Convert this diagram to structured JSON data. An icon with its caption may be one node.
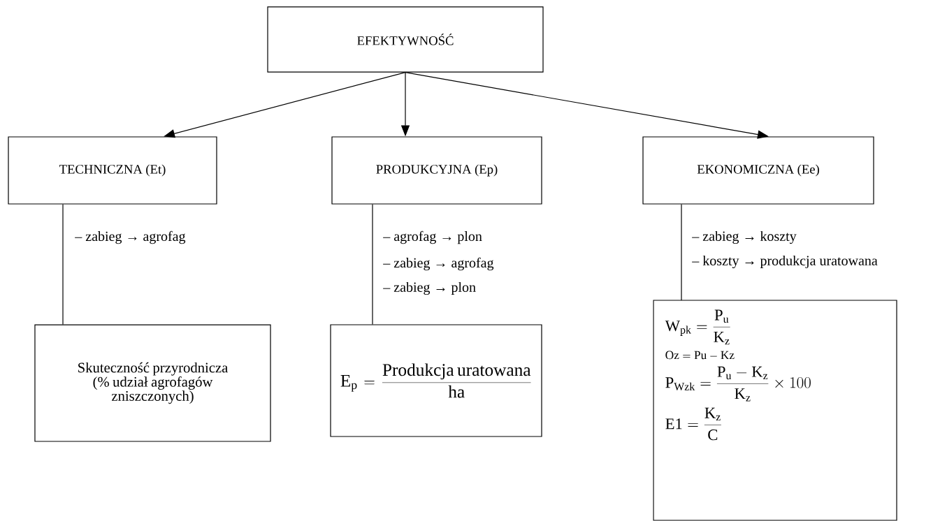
{
  "diagram": {
    "nodes": [
      {
        "text": [
          "EFEKTYWNOŚĆ"
        ]
      },
      {
        "text": [
          "TECHNICZNA (Et)"
        ]
      },
      {
        "text": [
          "PRODUKCYJNA (Ep)"
        ]
      },
      {
        "text": [
          "EKONOMICZNA (Ee)"
        ]
      },
      {
        "text": [
          "Skuteczność przyrodnicza (% udział agrofagów zniszczonych)"
        ]
      },
      {
        "text": [
          "\\mathrm{E}_{\\mathrm{p}} = \\frac{\\mathrm{Produkcja\\ uratowana}}{\\mathrm{ha}}"
        ]
      },
      {
        "text": [
          "\\mathrm{W}_{\\mathrm{pk}} = \\frac{\\mathrm{P}_{\\mathrm{u}}}{\\mathrm{K}_{\\mathrm{z}}}",
          "\\mathrm{Oz} = \\mathrm{Pu} - \\mathrm{Kz}",
          "\\mathrm{P}_{\\mathrm{Wzk}} = \\frac{\\mathrm{P}_{\\mathrm{u}} - \\mathrm{K}_{\\mathrm{z}}}{\\mathrm{K}_{\\mathrm{z}}} \\times 100",
          "\\mathrm{E1} = \\frac{\\mathrm{K}_{\\mathrm{z}}}{\\mathrm{C}}"
        ]
      }
    ],
    "edges": [
      {
        "from": 0,
        "to": 1,
        "arrow": "to"
      },
      {
        "from": 0,
        "to": 2,
        "arrow": "to"
      },
      {
        "from": 0,
        "to": 3,
        "arrow": "to"
      },
      {
        "from": 1,
        "to": 4,
        "arrow": "none"
      },
      {
        "from": 2,
        "to": 5,
        "arrow": "none"
      },
      {
        "from": 3,
        "to": 6,
        "arrow": "none"
      }
    ],
    "labels": [
      "– zabieg → agrofag",
      "– agrofag → plon",
      "– zabieg → agrofag",
      "– zabieg → plon",
      "– zabieg → koszty",
      "– koszty → produkcja uratowana"
    ]
  }
}
